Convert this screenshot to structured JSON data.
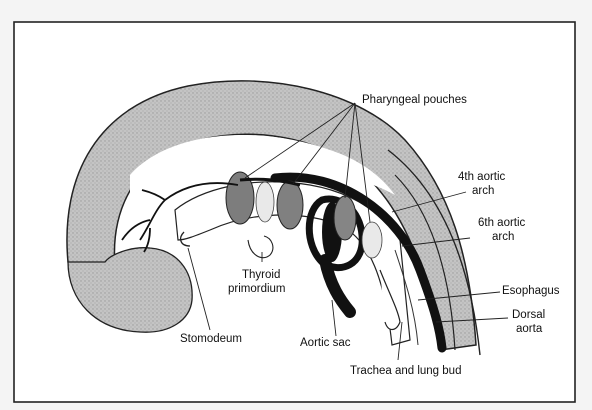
{
  "figure": {
    "labels": {
      "pharyngeal_pouches": "Pharyngeal pouches",
      "aortic_arch_4_line1": "4th aortic",
      "aortic_arch_4_line2": "arch",
      "aortic_arch_6_line1": "6th aortic",
      "aortic_arch_6_line2": "arch",
      "esophagus": "Esophagus",
      "dorsal_aorta_line1": "Dorsal",
      "dorsal_aorta_line2": "aorta",
      "trachea_lung_bud": "Trachea and lung bud",
      "aortic_sac": "Aortic sac",
      "thyroid_line1": "Thyroid",
      "thyroid_line2": "primordium",
      "stomodeum": "Stomodeum"
    },
    "colors": {
      "background": "#f4f4f4",
      "panel": "#ffffff",
      "stipple_gray": "#b9b9b9",
      "dark_gray": "#7a7a7a",
      "ink": "#111111"
    }
  }
}
